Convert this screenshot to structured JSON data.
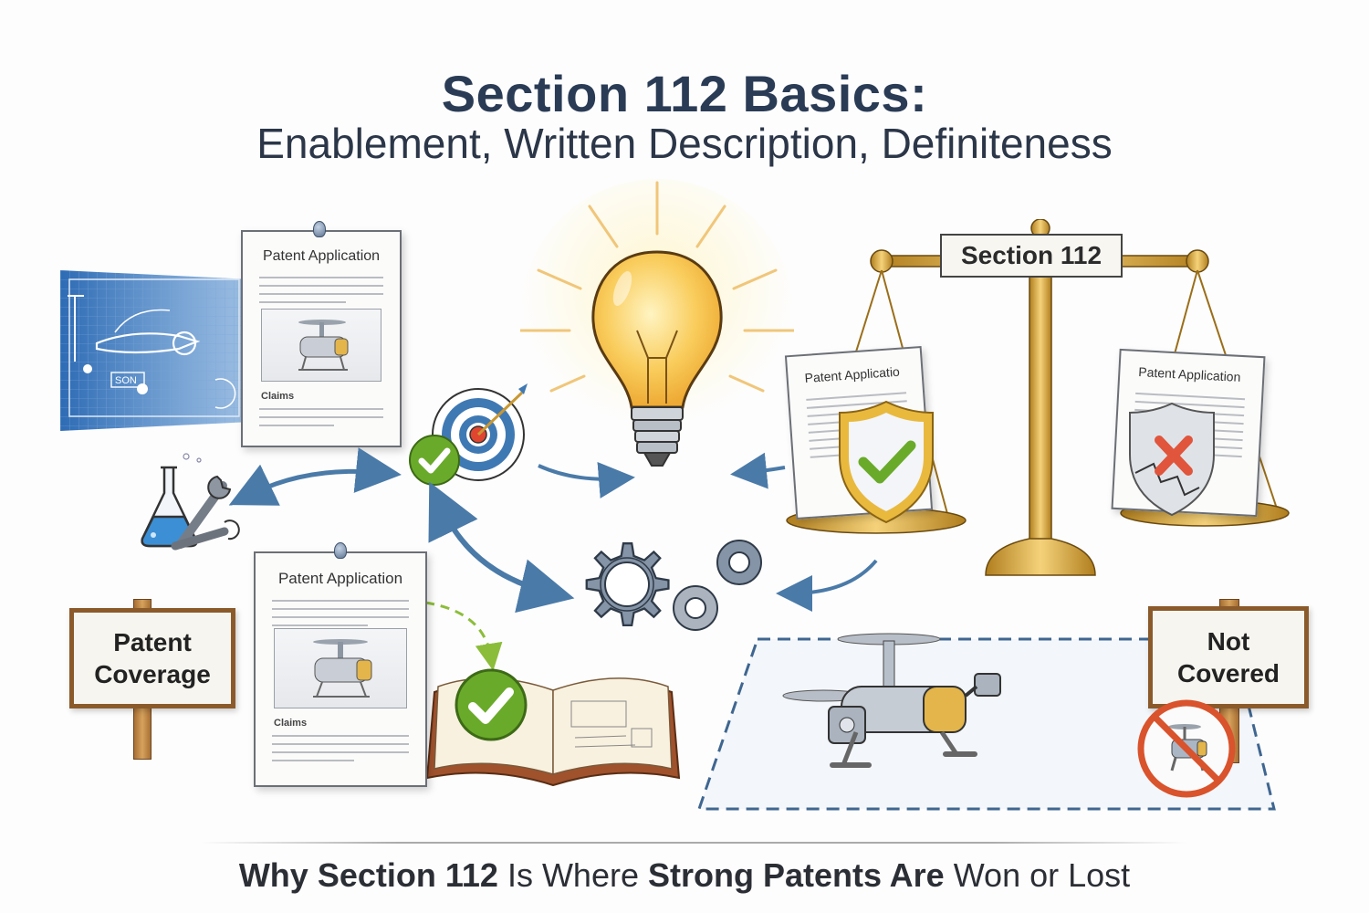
{
  "header": {
    "title": "Section 112 Basics:",
    "subtitle": "Enablement, Written Description, Definiteness"
  },
  "documents": {
    "top_left": {
      "title": "Patent Application",
      "claims_label": "Claims"
    },
    "bottom_left": {
      "title": "Patent Application",
      "claims_label": "Claims"
    },
    "scale_left": {
      "title": "Patent Applicatio"
    },
    "scale_right": {
      "title": "Patent Application"
    }
  },
  "blueprint": {
    "label": "SON"
  },
  "scale": {
    "label": "Section 112"
  },
  "signs": {
    "coverage": {
      "line1": "Patent",
      "line2": "Coverage"
    },
    "not_covered": {
      "line1": "Not",
      "line2": "Covered"
    }
  },
  "footer": {
    "parts": [
      {
        "text": "Why Section 112",
        "bold": true
      },
      {
        "text": " Is Where ",
        "bold": false
      },
      {
        "text": "Strong Patents Are",
        "bold": true
      },
      {
        "text": " Won or Lost",
        "bold": false
      }
    ]
  },
  "colors": {
    "title": "#2a3b55",
    "arrow_blue": "#4a7aa8",
    "check_green": "#6aaa2a",
    "cross_red": "#e0553c",
    "gold": "#d4a43a",
    "gear_gray": "#8a98a8",
    "bulb_yellow": "#f7c24a"
  },
  "icons": [
    "blueprint-icon",
    "flask-icon",
    "wrench-icon",
    "target-icon",
    "check-icon",
    "lightbulb-icon",
    "gears-icon",
    "scales-icon",
    "shield-check-icon",
    "shield-broken-icon",
    "book-icon",
    "drone-icon",
    "prohibited-icon"
  ]
}
